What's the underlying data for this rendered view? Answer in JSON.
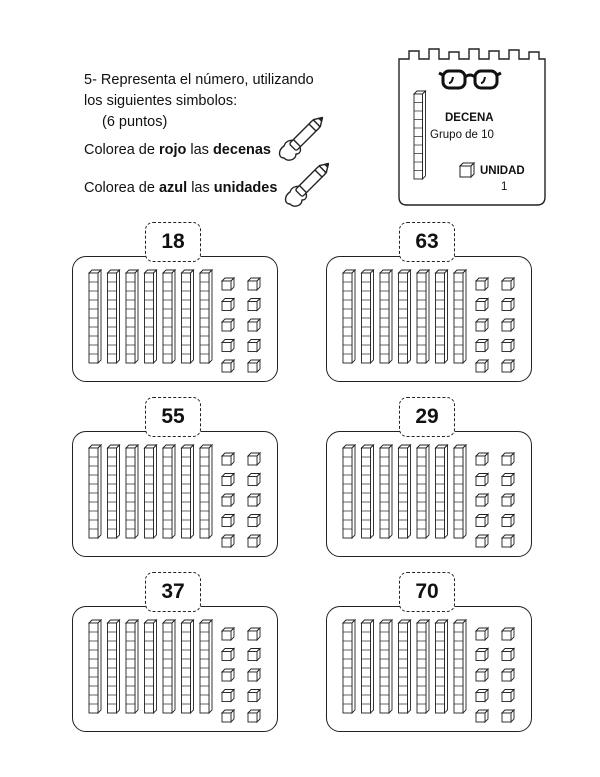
{
  "instructions": {
    "line1": "5- Representa el número, utilizando",
    "line2": "los siguientes simbolos:",
    "points": "(6 puntos)",
    "red": {
      "prefix": "Colorea de ",
      "color_word": "rojo",
      "middle": " las ",
      "target": "decenas"
    },
    "blue": {
      "prefix": "Colorea de ",
      "color_word": "azul",
      "middle": " las ",
      "target": "unidades"
    }
  },
  "legend": {
    "decena_title": "DECENA",
    "decena_desc": "Grupo de 10",
    "unidad_title": "UNIDAD",
    "unidad_value": "1",
    "icon": "glasses-icon"
  },
  "problems": [
    {
      "number": "18"
    },
    {
      "number": "63"
    },
    {
      "number": "55"
    },
    {
      "number": "29"
    },
    {
      "number": "37"
    },
    {
      "number": "70"
    }
  ]
}
